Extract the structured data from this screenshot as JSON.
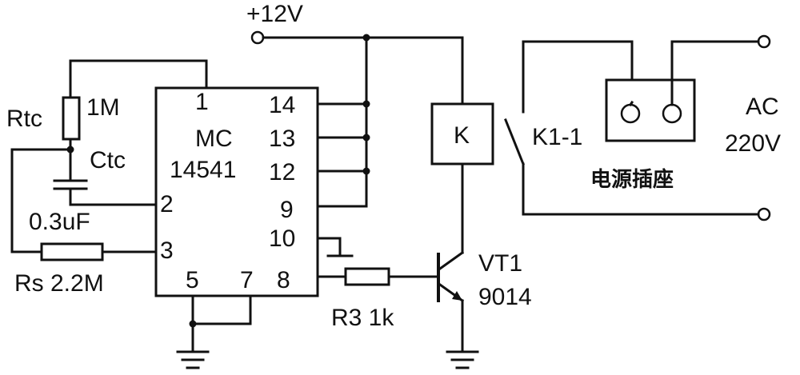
{
  "supply": {
    "label": "+12V"
  },
  "chip": {
    "line1": "MC",
    "line2": "14541"
  },
  "pins": {
    "p1": "1",
    "p2": "2",
    "p3": "3",
    "p5": "5",
    "p7": "7",
    "p8": "8",
    "p9": "9",
    "p10": "10",
    "p12": "12",
    "p13": "13",
    "p14": "14"
  },
  "components": {
    "rtc_name": "Rtc",
    "rtc_value": "1M",
    "ctc_name": "Ctc",
    "ctc_value": "0.3uF",
    "rs_label": "Rs 2.2M",
    "r3_label": "R3 1k",
    "relay_label": "K",
    "transistor_name": "VT1",
    "transistor_part": "9014",
    "switch_label": "K1-1"
  },
  "ac": {
    "line1": "AC",
    "line2": "220V"
  },
  "socket": {
    "label": "电源插座"
  }
}
